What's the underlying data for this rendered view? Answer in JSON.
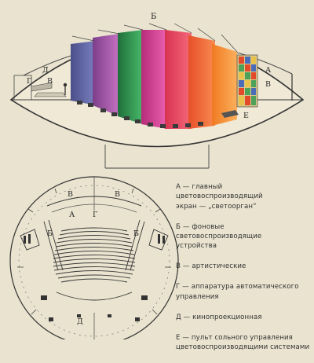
{
  "labels": {
    "section_top": "Б",
    "section_left": "Д",
    "section_right": "А",
    "section_g": "Г",
    "section_v": "В",
    "section_e": "Е",
    "plan_v_left": "В",
    "plan_v_right": "В",
    "plan_a": "А",
    "plan_g": "Г",
    "plan_b_left": "Б",
    "plan_b_right": "Б",
    "plan_d": "Д"
  },
  "colors": {
    "panel_1": "#5c63a8",
    "panel_2": "#a65aa9",
    "panel_3": "#2f9a54",
    "panel_4": "#cf3f90",
    "panel_5": "#e94561",
    "panel_6": "#f0632e",
    "panel_7": "#f7862a",
    "mosaic_red": "#e24a2a",
    "mosaic_blue": "#4a6bb8",
    "mosaic_yellow": "#e8c24a",
    "mosaic_green": "#4da25a",
    "background": "#e9e3cf"
  },
  "legend": [
    {
      "lines": [
        "А — главный цветовоспроизводящий",
        "экран — „светоорган“"
      ]
    },
    {
      "lines": [
        "Б — фоновые световоспроизводящие",
        "устройства"
      ]
    },
    {
      "lines": [
        "В — артистические"
      ]
    },
    {
      "lines": [
        "Г — аппаратура автоматического",
        "управления"
      ]
    },
    {
      "lines": [
        "Д — кинопроекционная"
      ]
    },
    {
      "lines": [
        "Е — пульт сольного управления",
        "цветовоспроизводящими системами"
      ]
    }
  ]
}
